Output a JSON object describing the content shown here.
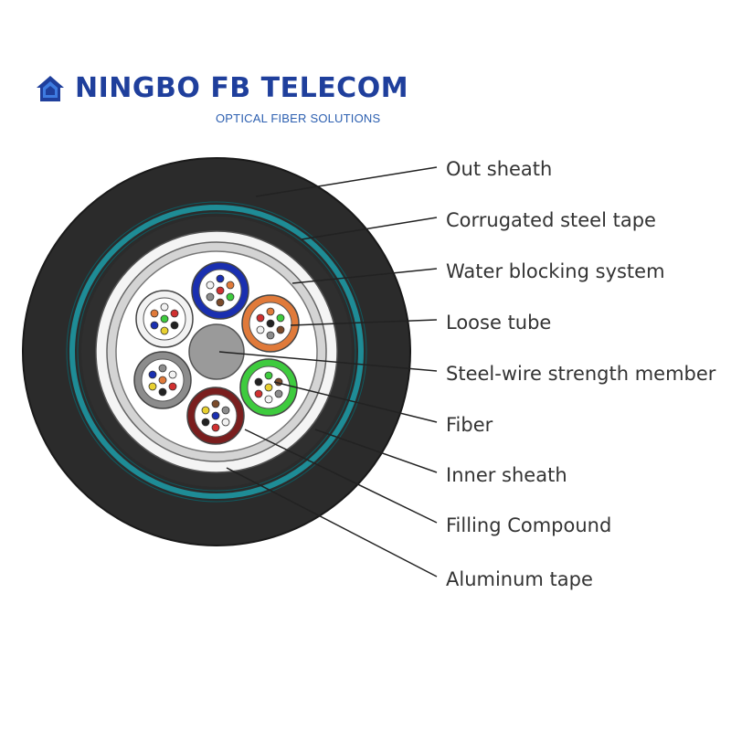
{
  "brand": {
    "name": "NINGBO FB TELECOM",
    "tagline": "OPTICAL FIBER SOLUTIONS",
    "logo_icon": "house-icon",
    "color": "#1f3f9c"
  },
  "callouts": [
    {
      "id": "out-sheath",
      "label": "Out sheath"
    },
    {
      "id": "corrugated-steel-tape",
      "label": "Corrugated steel tape"
    },
    {
      "id": "water-blocking-system",
      "label": "Water blocking system"
    },
    {
      "id": "loose-tube",
      "label": "Loose tube"
    },
    {
      "id": "steel-wire-strength-member",
      "label": "Steel-wire strength member"
    },
    {
      "id": "fiber",
      "label": "Fiber"
    },
    {
      "id": "inner-sheath",
      "label": "Inner sheath"
    },
    {
      "id": "filling-compound",
      "label": "Filling Compound"
    },
    {
      "id": "aluminum-tape",
      "label": "Aluminum tape"
    }
  ],
  "colors": {
    "outer_sheath": "#2b2b2b",
    "steel_tape": "#1e8c96",
    "inner_sheath": "#f4f4f4",
    "aluminum_tape": "#c8c8c8",
    "strength_member": "#9a9a9a",
    "tube_blue": "#1a2fb0",
    "tube_orange": "#e07a3a",
    "tube_green": "#3ecb3e",
    "tube_brown": "#7a1e1e",
    "tube_gray": "#8c8c8c",
    "tube_white": "#f2f2f2"
  }
}
